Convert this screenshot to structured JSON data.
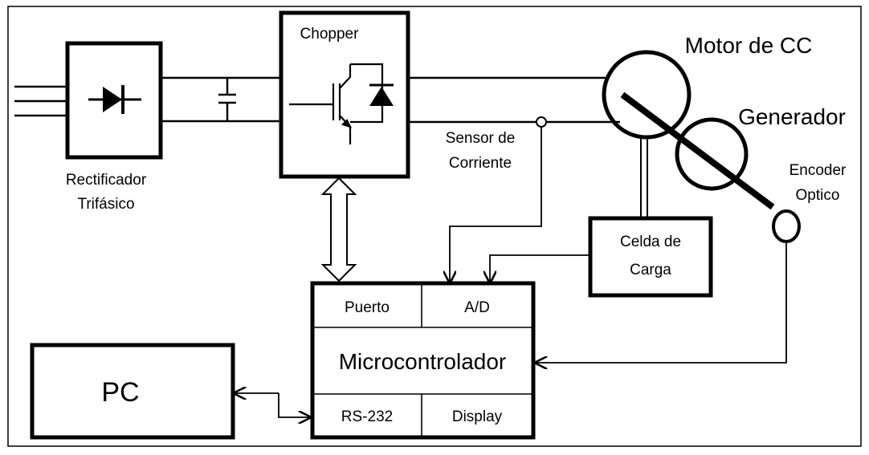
{
  "labels": {
    "chopper": "Chopper",
    "motor": "Motor de CC",
    "generator": "Generador",
    "rectifier_line1": "Rectificador",
    "rectifier_line2": "Trifásico",
    "current_sensor_line1": "Sensor de",
    "current_sensor_line2": "Corriente",
    "encoder_line1": "Encoder",
    "encoder_line2": "Optico",
    "load_cell_line1": "Celda de",
    "load_cell_line2": "Carga",
    "port": "Puerto",
    "adc": "A/D",
    "microcontroller": "Microcontrolador",
    "rs232": "RS-232",
    "display": "Display",
    "pc": "PC"
  }
}
